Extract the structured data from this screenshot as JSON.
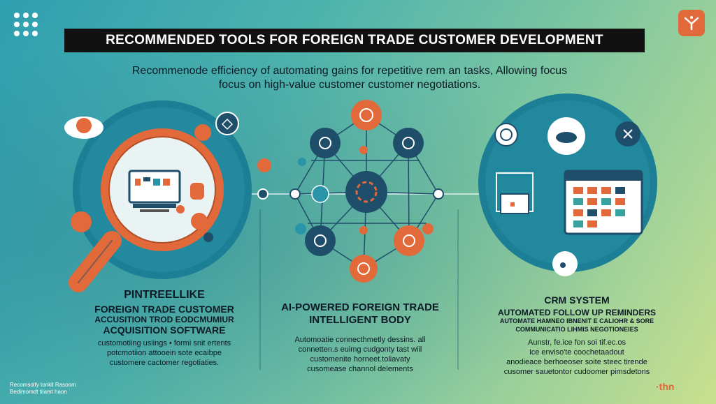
{
  "header": {
    "title": "RECOMMENDED TOOLS FOR FOREIGN TRADE CUSTOMER DEVELOPMENT",
    "subtitle_line1": "Recommenode efficiency of automating gains for repetitive rem an tasks, Allowing focus",
    "subtitle_line2": "focus on high-value customer customer negotiations."
  },
  "columns": [
    {
      "title_1": "PINTREELLIKE",
      "title_2": "FOREIGN TRADE CUSTOMER",
      "title_3": "ACCUSITION TROD EODCMUMIUR",
      "title_4": "ACQUISITION SOFTWARE",
      "body_1": "customotiing usiings • formi snit ertents",
      "body_2": "potcmotiion attooein sote ecaibpe",
      "body_3": "customere cactomer regotiaties."
    },
    {
      "title_1": "AI-POWERED FOREIGN TRADE",
      "title_2": "INTELLIGENT BODY",
      "body_1": "Automoatie connecthmetly dessins. all",
      "body_2": "connetten.s euimg cudgonty tast wiil",
      "body_3": "customenite horneet.toliavaty",
      "body_4": "cusomease channol delements"
    },
    {
      "title_1": "CRM SYSTEM",
      "title_2": "AUTOMATED FOLLOW UP REMINDERS",
      "title_3": "AUTOMATE HAMNEO IBNENIT E CALIOHR & SORE",
      "title_4": "COMMUNICATIO LIHMIS NEGOTIONEIES",
      "body_1": "Aunstr, fe.ice fon soi tif.ec.os",
      "body_2": "ice enviso'te coochetaadout",
      "body_3": "anodieace berhoeoser soite steec tirende",
      "body_4": "cusomer sauetontor cudoomer pimsdetons"
    }
  ],
  "footer": {
    "left_line1": "Recomsolfy tonkil Rasoom",
    "left_line2": "Bedimomdt tilamt haon",
    "right_mark": "·thn"
  },
  "colors": {
    "navy": "#1f4e6b",
    "orange": "#e2693a",
    "teal_dark": "#1d8595",
    "teal_light": "#36a3a0",
    "title_bg": "#111111"
  },
  "icons": {
    "menu": "grid-dots-icon",
    "brand": "brand-logo-icon",
    "magnifier": "magnifying-glass-icon",
    "network": "network-nodes-icon",
    "calendar": "calendar-icon"
  }
}
